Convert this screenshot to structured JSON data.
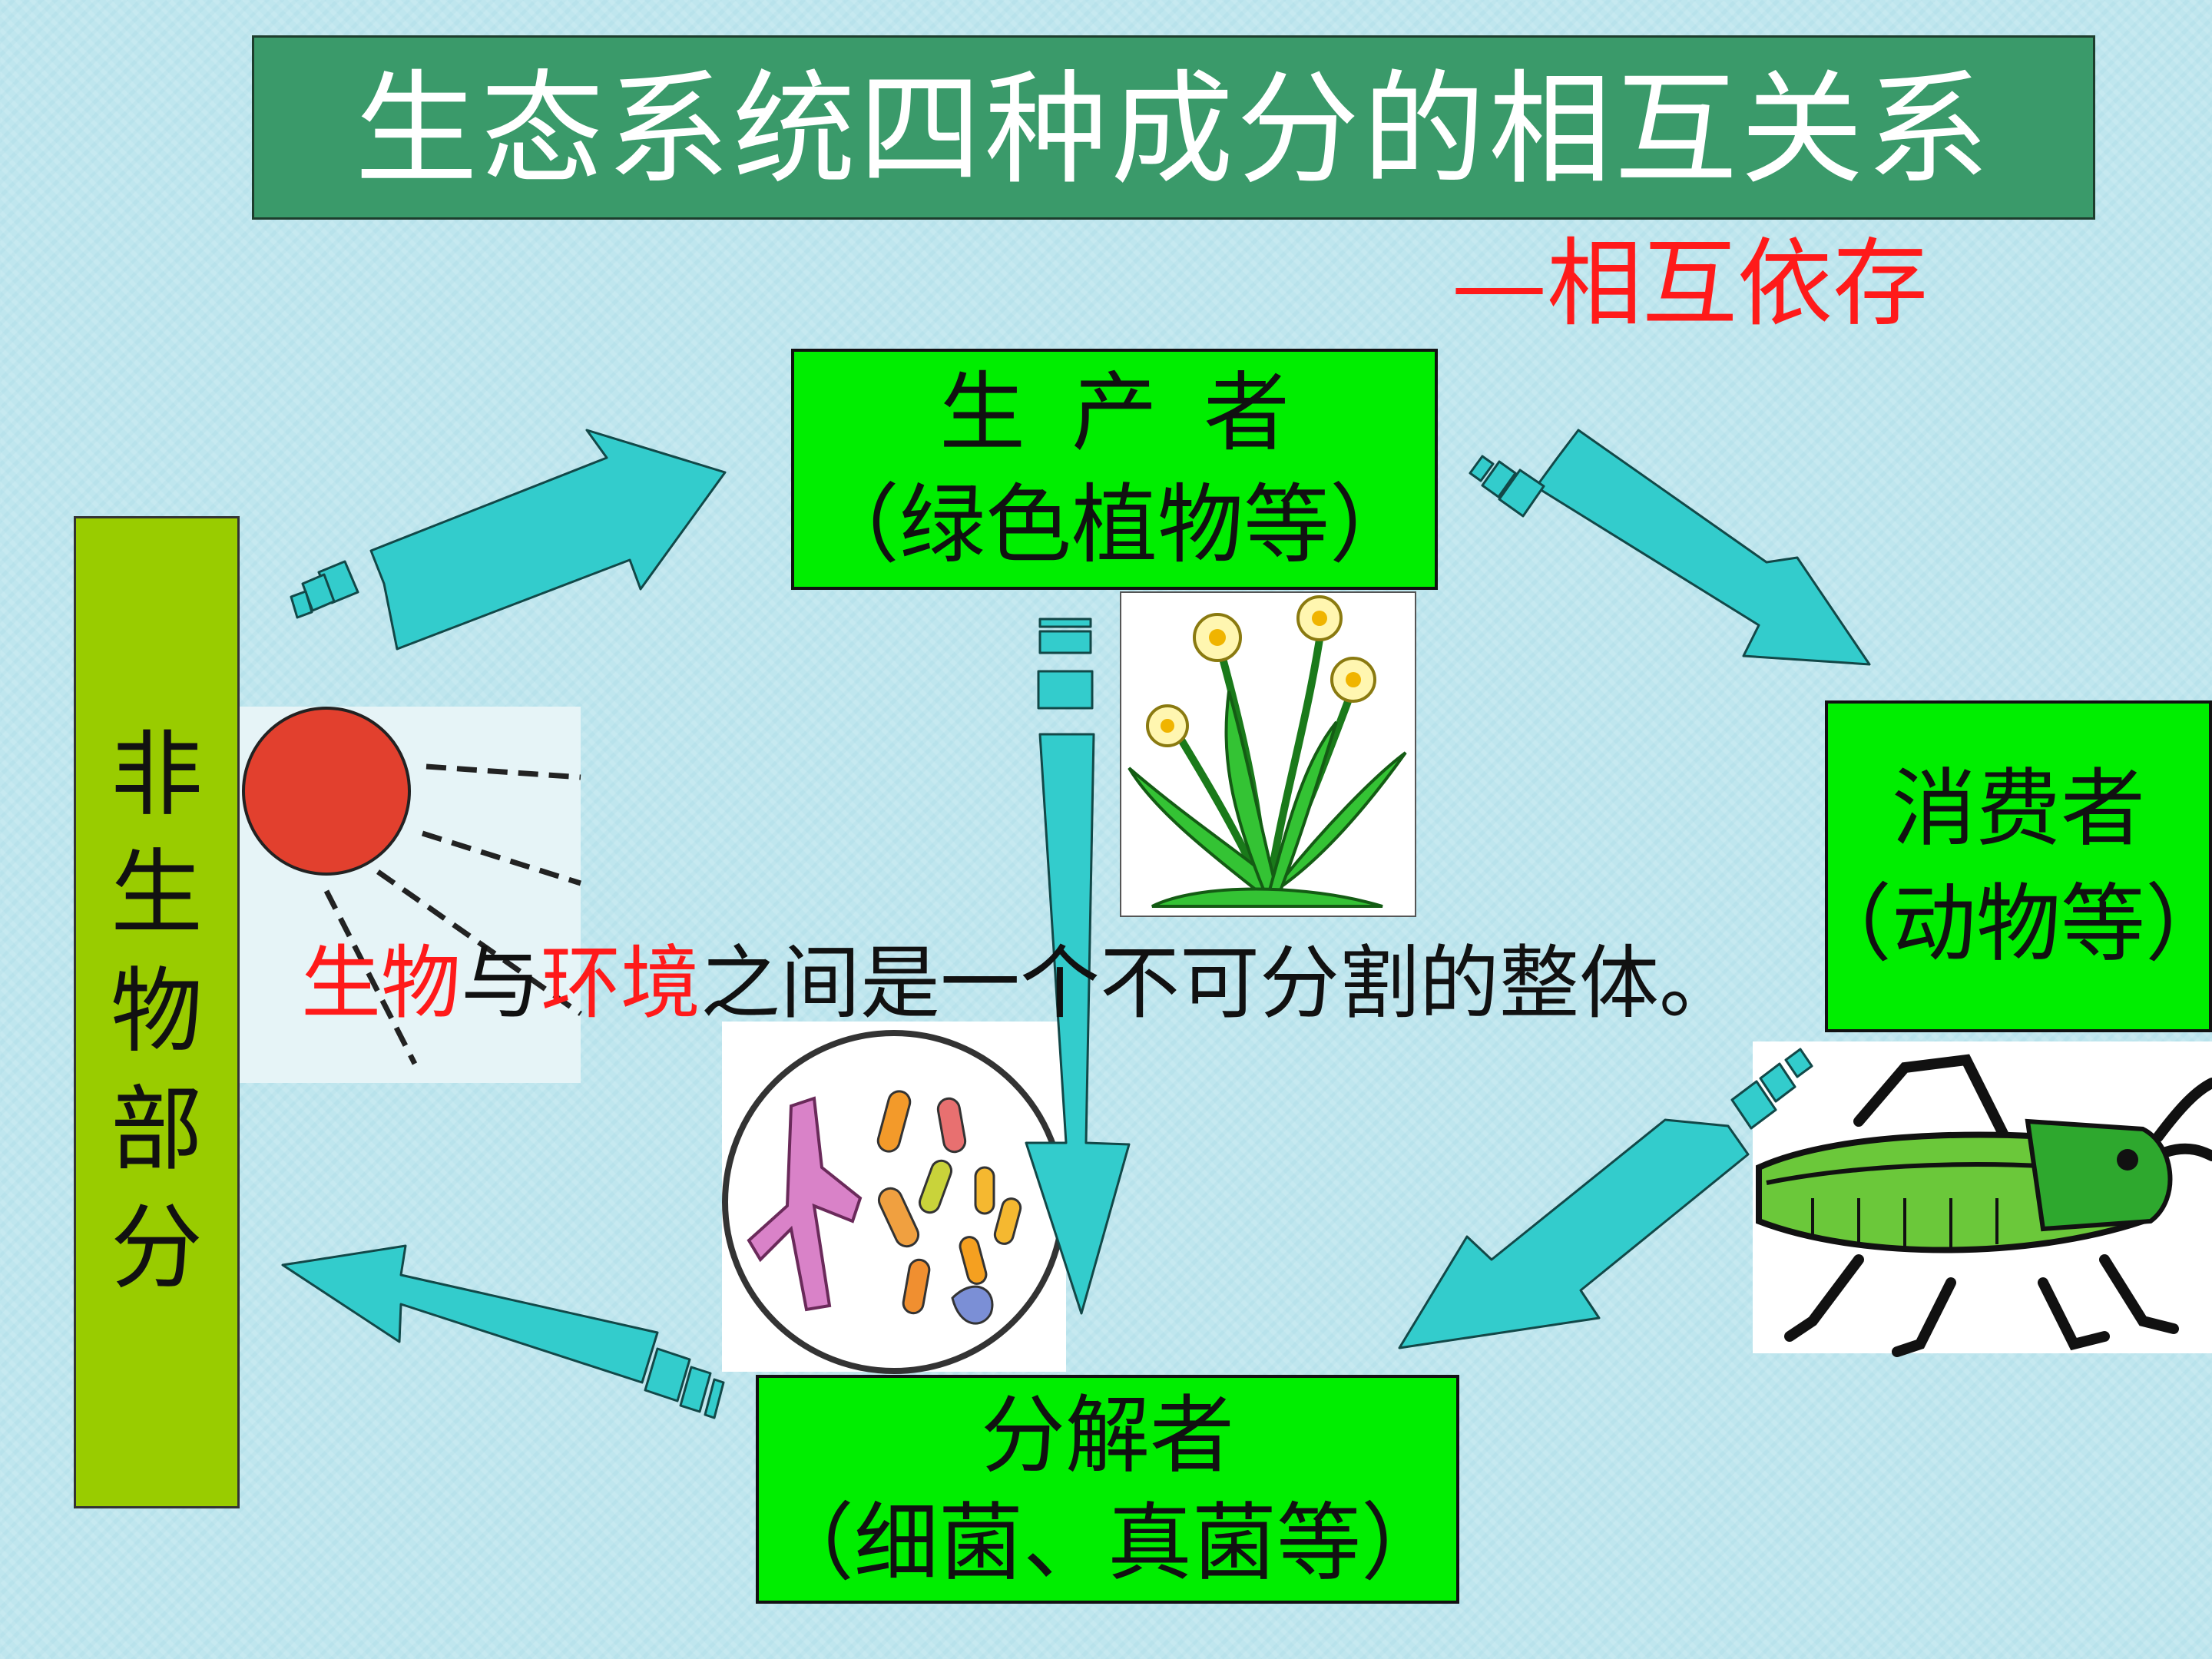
{
  "title": "生态系统四种成分的相互关系",
  "subtitle": "—相互依存",
  "producer": {
    "line1": "生产者",
    "line2": "（绿色植物等）"
  },
  "consumer": {
    "line1": "消费者",
    "line2": "（动物等）"
  },
  "decomposer": {
    "line1": "分解者",
    "line2": "（细菌、真菌等）"
  },
  "abiotic": {
    "chars": [
      "非",
      "生",
      "物",
      "部",
      "分"
    ]
  },
  "caption": {
    "part1": "生物",
    "part2": "与",
    "part3": "环境",
    "part4": "之间是一个不可分割的整体。"
  },
  "colors": {
    "arrow": "#33cccc",
    "box_green": "#00ee00",
    "abiotic_bar": "#99cc00",
    "title_bg": "#3a9a6a",
    "accent_red": "#ff1a1a"
  },
  "icons": [
    "sun-icon",
    "flower-icon",
    "microbe-icon",
    "grasshopper-icon"
  ]
}
